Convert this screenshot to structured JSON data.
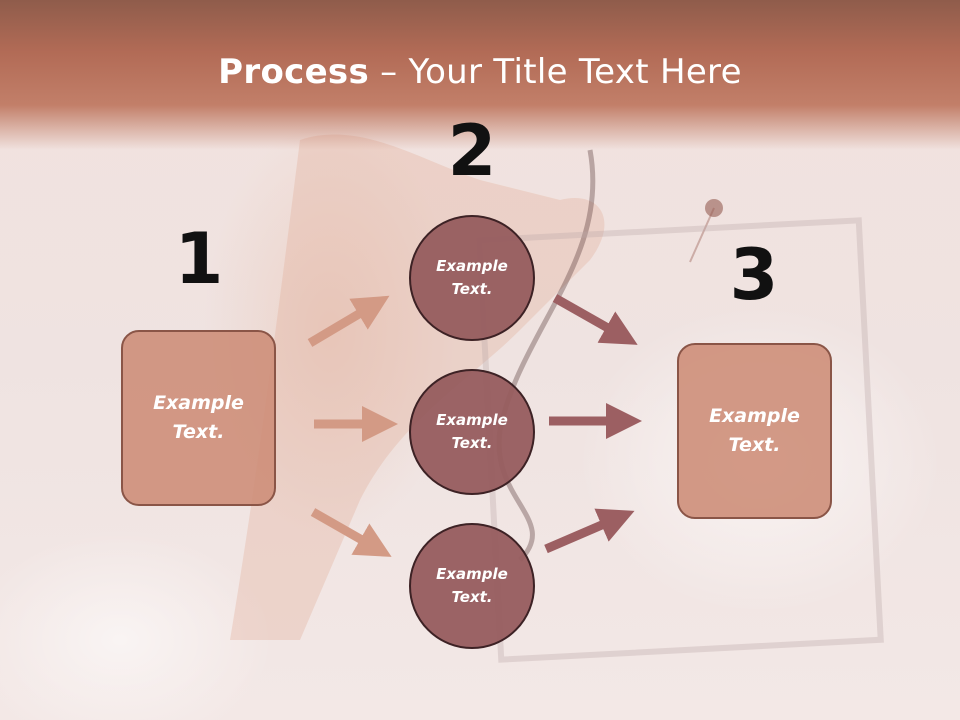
{
  "title": {
    "bold": "Process",
    "rest": " – Your Title Text Here"
  },
  "numbers": [
    "1",
    "2",
    "3"
  ],
  "left_box": {
    "text": "Example Text."
  },
  "circles": [
    {
      "text": "Example Text."
    },
    {
      "text": "Example Text."
    },
    {
      "text": "Example Text."
    }
  ],
  "right_box": {
    "text": "Example Text."
  },
  "colors": {
    "title_band": "#b26b56",
    "box_fill": "#cd8c76",
    "circle_fill": "#965c5e",
    "arrow_light": "#d39a85",
    "arrow_dark": "#9c5f62"
  }
}
